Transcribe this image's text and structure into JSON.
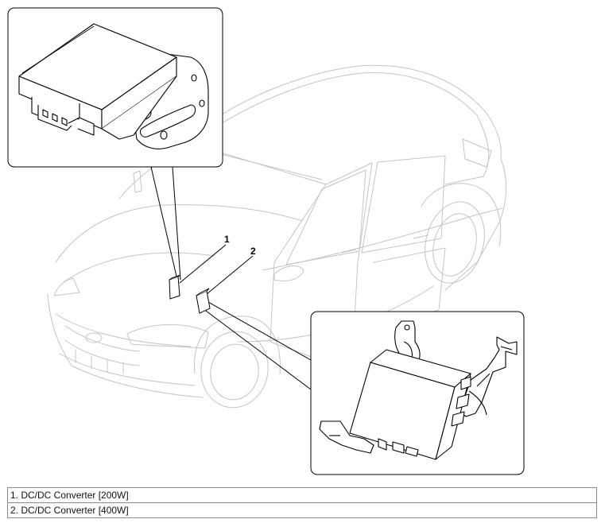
{
  "callouts": [
    "1",
    "2"
  ],
  "legend": [
    "1. DC/DC Converter [200W]",
    "2. DC/DC Converter [400W]"
  ]
}
